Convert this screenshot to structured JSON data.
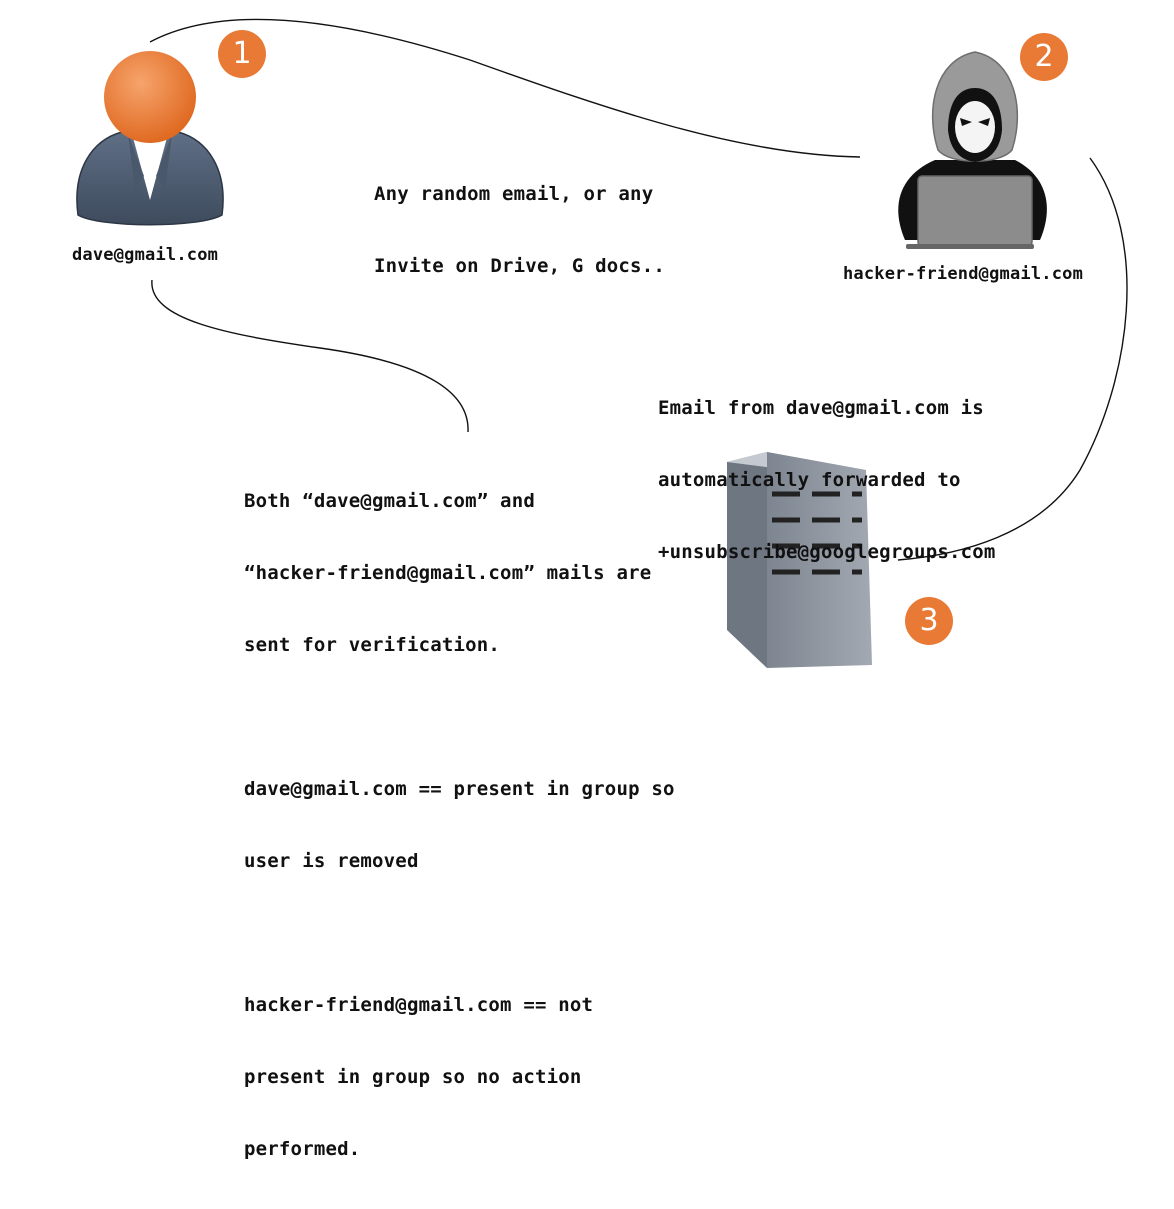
{
  "colors": {
    "accent": "#e87a35",
    "connector": "#111111",
    "body_slate": "#4e5d72",
    "hood_gray": "#9a9a9a",
    "laptop_gray": "#8c8c8c",
    "server_gray": "#8a9099"
  },
  "icons": {
    "user": "user-icon",
    "hacker": "hacker-icon",
    "server": "server-icon"
  },
  "steps": {
    "one": "1",
    "two": "2",
    "three": "3"
  },
  "labels": {
    "dave_email": "dave@gmail.com",
    "hacker_email": "hacker-friend@gmail.com"
  },
  "notes": {
    "invite": [
      "Any random email, or any",
      "Invite on Drive, G docs.."
    ],
    "forward": [
      "Email from dave@gmail.com is",
      "automatically forwarded to",
      "+unsubscribe@googlegroups.com"
    ],
    "verification": [
      "Both “dave@gmail.com” and",
      "“hacker-friend@gmail.com” mails are",
      "sent for verification.",
      "",
      "dave@gmail.com == present in group so",
      "user is removed",
      "",
      "hacker-friend@gmail.com == not",
      "present in group so no action",
      "performed."
    ]
  }
}
